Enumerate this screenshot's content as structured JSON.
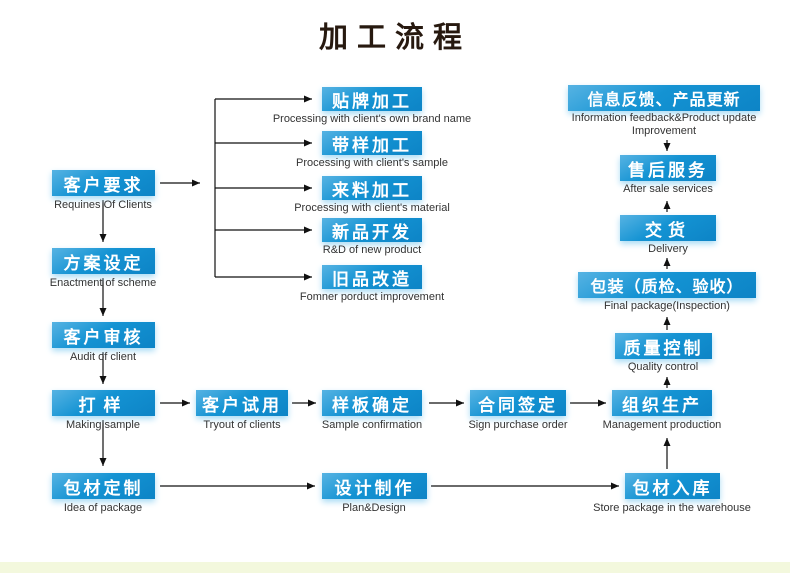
{
  "title": "加工流程",
  "colors": {
    "box_blue_top": "#56b3e3",
    "box_blue": "#1493d3",
    "box_blue_dark": "#0d84c6",
    "glow": "#aadcf5",
    "arrow": "#111111",
    "caption_text": "#333333",
    "title_text": "#27190f",
    "footer_strip": "#f3f8dd"
  },
  "nodes": {
    "client_requirements": {
      "zh": "客户要求",
      "en": "Requines Of Clients"
    },
    "scheme_enactment": {
      "zh": "方案设定",
      "en": "Enactment of scheme"
    },
    "client_audit": {
      "zh": "客户审核",
      "en": "Audit of client"
    },
    "sampling": {
      "zh": "打样",
      "en": "Making sample"
    },
    "package_customization": {
      "zh": "包材定制",
      "en": "Idea of package"
    },
    "oem_processing": {
      "zh": "贴牌加工",
      "en": "Processing with client's own brand name"
    },
    "sample_processing": {
      "zh": "带样加工",
      "en": "Processing with client's sample"
    },
    "material_processing": {
      "zh": "来料加工",
      "en": "Processing with client's material"
    },
    "new_product": {
      "zh": "新品开发",
      "en": "R&D of new product"
    },
    "old_product": {
      "zh": "旧品改造",
      "en": "Fomner porduct improvement"
    },
    "client_tryout": {
      "zh": "客户试用",
      "en": "Tryout of clients"
    },
    "sample_confirmation": {
      "zh": "样板确定",
      "en": "Sample confirmation"
    },
    "contract_signing": {
      "zh": "合同签定",
      "en": "Sign purchase order"
    },
    "production": {
      "zh": "组织生产",
      "en": "Management production"
    },
    "design": {
      "zh": "设计制作",
      "en": "Plan&Design"
    },
    "warehouse": {
      "zh": "包材入库",
      "en": "Store package in the warehouse"
    },
    "feedback": {
      "zh": "信息反馈、产品更新",
      "en": "Information feedback&Product update Improvement"
    },
    "after_sale": {
      "zh": "售后服务",
      "en": "After sale services"
    },
    "delivery": {
      "zh": "交货",
      "en": "Delivery"
    },
    "final_package": {
      "zh": "包装（质检、验收）",
      "en": "Final package(Inspection)"
    },
    "quality_control": {
      "zh": "质量控制",
      "en": "Quality control"
    }
  }
}
